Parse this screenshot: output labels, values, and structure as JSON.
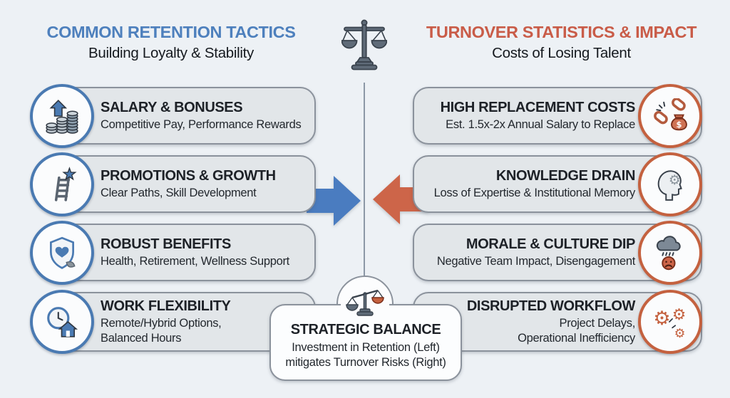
{
  "left_column": {
    "title": "COMMON RETENTION TACTICS",
    "subtitle": "Building Loyalty & Stability",
    "accent_color": "#4e80bd",
    "cards": [
      {
        "title": "SALARY & BONUSES",
        "subtitle_lines": [
          "Competitive Pay, Performance Rewards"
        ],
        "icon": "coins-up-arrow-icon"
      },
      {
        "title": "PROMOTIONS & GROWTH",
        "subtitle_lines": [
          "Clear Paths, Skill Development"
        ],
        "icon": "ladder-star-icon"
      },
      {
        "title": "ROBUST BENEFITS",
        "subtitle_lines": [
          "Health, Retirement, Wellness Support"
        ],
        "icon": "shield-heart-leaf-icon"
      },
      {
        "title": "WORK FLEXIBILITY",
        "subtitle_lines": [
          "Remote/Hybrid Options,",
          "Balanced Hours"
        ],
        "icon": "clock-home-icon"
      }
    ]
  },
  "right_column": {
    "title": "TURNOVER STATISTICS & IMPACT",
    "subtitle": "Costs of Losing Talent",
    "accent_color": "#c95c48",
    "cards": [
      {
        "title": "HIGH REPLACEMENT COSTS",
        "subtitle_lines": [
          "Est. 1.5x-2x Annual Salary to Replace"
        ],
        "icon": "broken-chain-money-bag-icon"
      },
      {
        "title": "KNOWLEDGE DRAIN",
        "subtitle_lines": [
          "Loss of Expertise & Institutional Memory"
        ],
        "icon": "head-gear-icon"
      },
      {
        "title": "MORALE & CULTURE DIP",
        "subtitle_lines": [
          "Negative Team Impact, Disengagement"
        ],
        "icon": "rain-cloud-sad-face-icon"
      },
      {
        "title": "DISRUPTED WORKFLOW",
        "subtitle_lines": [
          "Project Delays,",
          "Operational Inefficiency"
        ],
        "icon": "broken-gears-icon"
      }
    ]
  },
  "center": {
    "top_icon": "balance-scale-icon",
    "balance_box": {
      "icon": "tilted-balance-scale-icon",
      "title": "STRATEGIC BALANCE",
      "line1": "Investment in Retention (Left)",
      "line2": "mitigates Turnover Risks (Right)"
    }
  },
  "colors": {
    "background": "#edf1f5",
    "card_fill": "#e2e6e9",
    "card_border": "#8b929c",
    "accent_blue": "#4e80bd",
    "accent_red": "#c95c48",
    "arrow_blue": "#4a7cc0",
    "arrow_red": "#cd6549",
    "circle_border_blue": "#4a7ab2",
    "circle_border_red": "#c4613f",
    "scale_gray": "#5f6b78"
  }
}
